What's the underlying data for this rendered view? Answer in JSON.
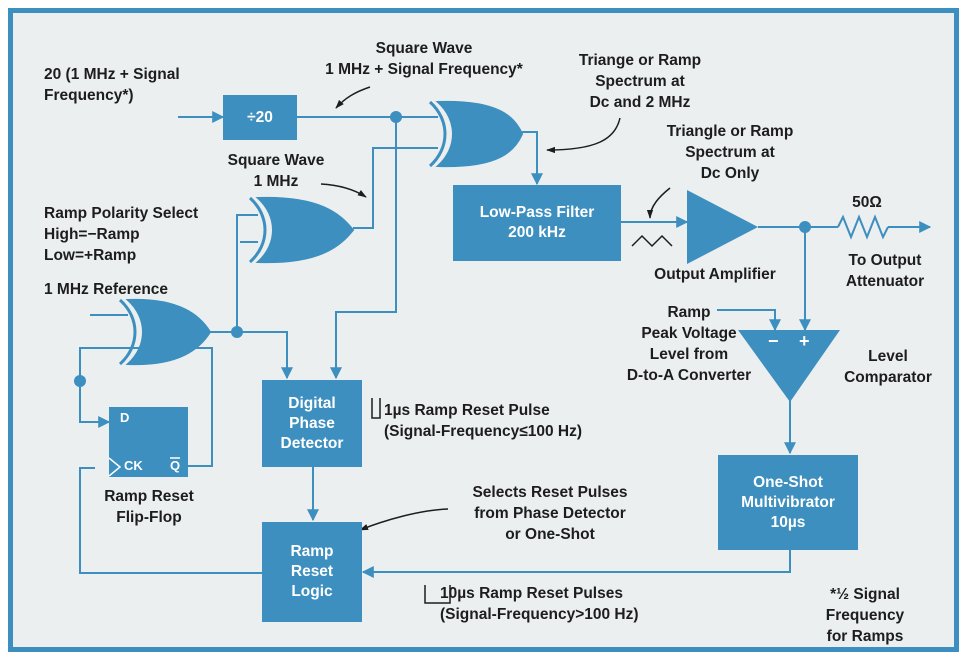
{
  "colors": {
    "accent": "#3d8fbf",
    "background": "#eceff0",
    "text": "#1d1d1d"
  },
  "blocks": {
    "divider": "÷20",
    "lowpass": "Low-Pass Filter\n200 kHz",
    "phase_detector": "Digital\nPhase\nDetector",
    "reset_logic": "Ramp\nReset\nLogic",
    "one_shot": "One-Shot\nMultivibrator\n10µs",
    "flipflop_d": "D",
    "flipflop_ck": "CK",
    "flipflop_q": "Q"
  },
  "comparator": {
    "minus": "−",
    "plus": "+"
  },
  "labels": {
    "input": "20 (1 MHz + Signal\nFrequency*)",
    "square_wave_sig": "Square Wave\n1 MHz + Signal Frequency*",
    "triangle_dc2": "Triange or Ramp\nSpectrum at\nDc and 2 MHz",
    "triangle_dc": "Triangle or Ramp\nSpectrum at\nDc Only",
    "square_wave_1m": "Square Wave\n1 MHz",
    "polarity": "Ramp Polarity Select\nHigh=−Ramp\nLow=+Ramp",
    "reference": "1 MHz Reference",
    "flipflop": "Ramp Reset\nFlip-Flop",
    "output_amp": "Output Amplifier",
    "resistor": "50Ω",
    "to_attenuator": "To Output\nAttenuator",
    "ramp_peak": "Ramp\nPeak Voltage\nLevel from\nD-to-A Converter",
    "level_comp": "Level\nComparator",
    "reset_1us": "1µs Ramp Reset Pulse\n(Signal-Frequency≤100 Hz)",
    "selects": "Selects Reset Pulses\nfrom Phase Detector\nor One-Shot",
    "reset_10us": "10µs Ramp Reset Pulses\n(Signal-Frequency>100 Hz)",
    "footnote": "*½ Signal\nFrequency\nfor Ramps"
  }
}
